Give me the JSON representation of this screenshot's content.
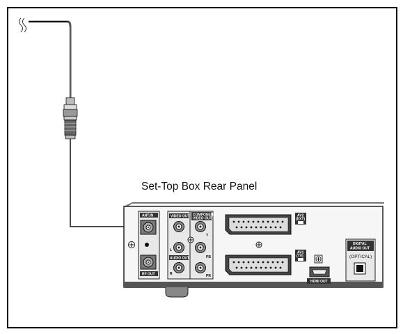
{
  "caption": "Set-Top Box  Rear Panel",
  "panel": {
    "ant_in": "ANT.IN",
    "rf_out": "RF OUT",
    "video_out": "VIDEO OUT",
    "component_video_out": [
      "COMPONENT",
      "VIDEO OUT"
    ],
    "component_y": "Y",
    "component_pb": "PB",
    "component_pr": "PR",
    "audio_out": "AUDIO OUT",
    "audio_l": "L",
    "audio_r": "R",
    "av2": [
      "AV2",
      "(EXT)"
    ],
    "av1": [
      "AV1",
      "(TV)"
    ],
    "hdmi_out": "HDMI OUT",
    "digital_audio_out": [
      "DIGITAL",
      "AUDIO OUT"
    ],
    "optical": "(OPTICAL)"
  },
  "icons": {
    "antenna_symbol": "wavy-lines-icon",
    "cable_connector": "coax-connector-icon",
    "ground": "ground-screw-icon"
  }
}
